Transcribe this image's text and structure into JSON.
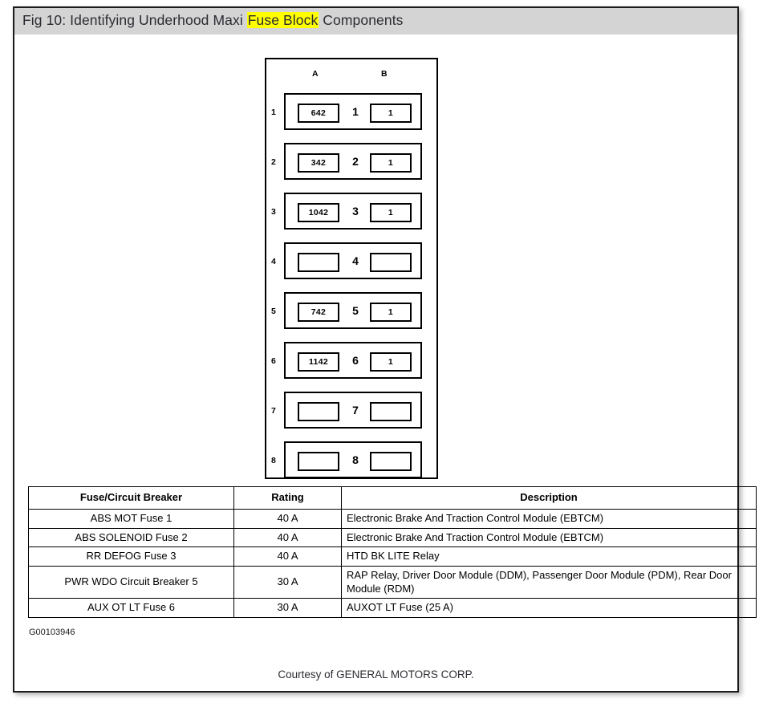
{
  "titlebar": {
    "prefix": "Fig 10: Identifying Underhood Maxi ",
    "highlight": "Fuse Block",
    "suffix": " Components"
  },
  "diagram": {
    "column_headers": {
      "a": "A",
      "b": "B"
    },
    "rows": [
      {
        "index": "1",
        "slot_a": "642",
        "mid": "1",
        "slot_b": "1"
      },
      {
        "index": "2",
        "slot_a": "342",
        "mid": "2",
        "slot_b": "1"
      },
      {
        "index": "3",
        "slot_a": "1042",
        "mid": "3",
        "slot_b": "1"
      },
      {
        "index": "4",
        "slot_a": "",
        "mid": "4",
        "slot_b": ""
      },
      {
        "index": "5",
        "slot_a": "742",
        "mid": "5",
        "slot_b": "1"
      },
      {
        "index": "6",
        "slot_a": "1142",
        "mid": "6",
        "slot_b": "1"
      },
      {
        "index": "7",
        "slot_a": "",
        "mid": "7",
        "slot_b": ""
      },
      {
        "index": "8",
        "slot_a": "",
        "mid": "8",
        "slot_b": ""
      }
    ]
  },
  "table": {
    "headers": [
      "Fuse/Circuit Breaker",
      "Rating",
      "Description"
    ],
    "rows": [
      {
        "name": "ABS MOT Fuse 1",
        "rating": "40 A",
        "description": "Electronic Brake And Traction Control Module (EBTCM)"
      },
      {
        "name": "ABS SOLENOID Fuse 2",
        "rating": "40 A",
        "description": "Electronic Brake And Traction Control Module (EBTCM)"
      },
      {
        "name": "RR DEFOG Fuse 3",
        "rating": "40 A",
        "description": "HTD BK LITE Relay"
      },
      {
        "name": "PWR WDO Circuit Breaker 5",
        "rating": "30 A",
        "description": "RAP Relay, Driver Door Module (DDM), Passenger Door Module (PDM), Rear Door Module (RDM)"
      },
      {
        "name": "AUX OT LT Fuse 6",
        "rating": "30 A",
        "description": "AUXOT LT Fuse (25 A)"
      }
    ]
  },
  "figure_code": "G00103946",
  "courtesy": "Courtesy of GENERAL MOTORS CORP."
}
